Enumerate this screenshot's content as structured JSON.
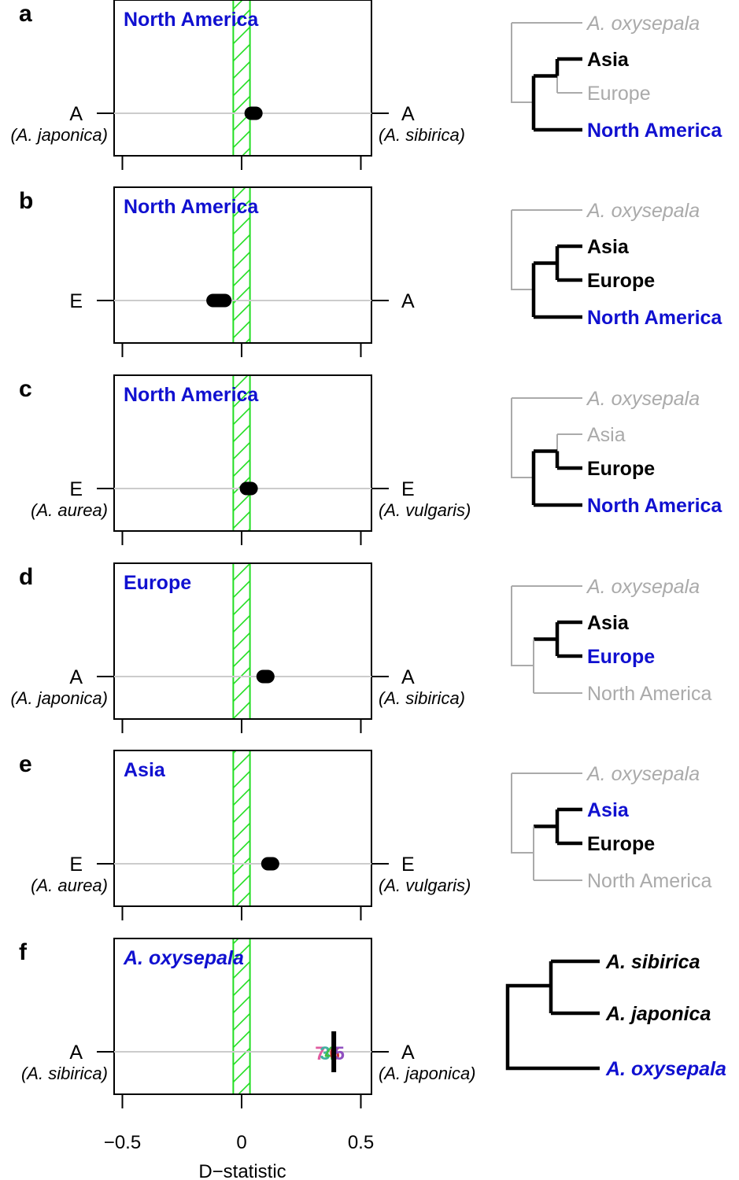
{
  "chart_data": [
    {
      "type": "scatter",
      "panel": "a",
      "focal": "North America",
      "left": {
        "code": "A",
        "taxon": "(A. japonica)"
      },
      "right": {
        "code": "A",
        "taxon": "(A. sibirica)"
      },
      "points": [
        0.05
      ],
      "point_span": [
        0.04,
        0.06
      ],
      "xlim": [
        -0.55,
        0.55
      ],
      "null_band": [
        -0.035,
        0.035
      ],
      "tree": {
        "outgroup": {
          "label": "A. oxysepala",
          "color": "#aaaaaa",
          "italic": true
        },
        "inner_pair": [
          {
            "label": "Asia",
            "color": "#000000"
          },
          {
            "label": "Europe",
            "color": "#aaaaaa"
          }
        ],
        "outer": {
          "label": "North America",
          "color": "#1010d0"
        }
      }
    },
    {
      "type": "scatter",
      "panel": "b",
      "focal": "North America",
      "left": {
        "code": "E",
        "taxon": ""
      },
      "right": {
        "code": "A",
        "taxon": ""
      },
      "points": [
        -0.09
      ],
      "point_span": [
        -0.12,
        -0.07
      ],
      "xlim": [
        -0.55,
        0.55
      ],
      "null_band": [
        -0.035,
        0.035
      ],
      "tree": {
        "outgroup": {
          "label": "A. oxysepala",
          "color": "#aaaaaa",
          "italic": true
        },
        "inner_pair": [
          {
            "label": "Asia",
            "color": "#000000"
          },
          {
            "label": "Europe",
            "color": "#000000"
          }
        ],
        "outer": {
          "label": "North America",
          "color": "#1010d0"
        }
      }
    },
    {
      "type": "scatter",
      "panel": "c",
      "focal": "North America",
      "left": {
        "code": "E",
        "taxon": "(A. aurea)"
      },
      "right": {
        "code": "E",
        "taxon": "(A. vulgaris)"
      },
      "points": [
        0.03
      ],
      "point_span": [
        0.02,
        0.04
      ],
      "xlim": [
        -0.55,
        0.55
      ],
      "null_band": [
        -0.035,
        0.035
      ],
      "tree": {
        "outgroup": {
          "label": "A. oxysepala",
          "color": "#aaaaaa",
          "italic": true
        },
        "inner_pair": [
          {
            "label": "Asia",
            "color": "#aaaaaa"
          },
          {
            "label": "Europe",
            "color": "#000000"
          }
        ],
        "outer": {
          "label": "North America",
          "color": "#1010d0"
        }
      }
    },
    {
      "type": "scatter",
      "panel": "d",
      "focal": "Europe",
      "left": {
        "code": "A",
        "taxon": "(A. japonica)"
      },
      "right": {
        "code": "A",
        "taxon": "(A. sibirica)"
      },
      "points": [
        0.1
      ],
      "point_span": [
        0.09,
        0.11
      ],
      "xlim": [
        -0.55,
        0.55
      ],
      "null_band": [
        -0.035,
        0.035
      ],
      "tree": {
        "outgroup": {
          "label": "A. oxysepala",
          "color": "#aaaaaa",
          "italic": true
        },
        "inner_pair": [
          {
            "label": "Asia",
            "color": "#000000"
          },
          {
            "label": "Europe",
            "color": "#1010d0"
          }
        ],
        "outer": {
          "label": "North America",
          "color": "#aaaaaa"
        }
      }
    },
    {
      "type": "scatter",
      "panel": "e",
      "focal": "Asia",
      "left": {
        "code": "E",
        "taxon": "(A. aurea)"
      },
      "right": {
        "code": "E",
        "taxon": "(A. vulgaris)"
      },
      "points": [
        0.12
      ],
      "point_span": [
        0.11,
        0.13
      ],
      "xlim": [
        -0.55,
        0.55
      ],
      "null_band": [
        -0.035,
        0.035
      ],
      "tree": {
        "outgroup": {
          "label": "A. oxysepala",
          "color": "#aaaaaa",
          "italic": true
        },
        "inner_pair": [
          {
            "label": "Asia",
            "color": "#1010d0"
          },
          {
            "label": "Europe",
            "color": "#000000"
          }
        ],
        "outer": {
          "label": "North America",
          "color": "#aaaaaa"
        }
      }
    },
    {
      "type": "scatter",
      "panel": "f",
      "focal": "A. oxysepala",
      "left": {
        "code": "A",
        "taxon": "(A. sibirica)"
      },
      "right": {
        "code": "A",
        "taxon": "(A. japonica)"
      },
      "points": [
        0.38
      ],
      "point_span": [
        0.38,
        0.38
      ],
      "xlim": [
        -0.55,
        0.55
      ],
      "null_band": [
        -0.035,
        0.035
      ],
      "permutation_labels": [
        {
          "text": "7",
          "x": 0.33,
          "color": "#e05ca0"
        },
        {
          "text": "3",
          "x": 0.35,
          "color": "#40b0a0"
        },
        {
          "text": "4",
          "x": 0.37,
          "color": "#40c040"
        },
        {
          "text": "6",
          "x": 0.39,
          "color": "#d03030"
        },
        {
          "text": "5",
          "x": 0.41,
          "color": "#9050c0"
        }
      ],
      "tree": {
        "pair": [
          {
            "label": "A. sibirica",
            "color": "#000000"
          },
          {
            "label": "A. japonica",
            "color": "#000000"
          }
        ],
        "outer": {
          "label": "A. oxysepala",
          "color": "#1010d0"
        }
      }
    }
  ],
  "axis": {
    "ticks": [
      -0.5,
      0,
      0.5
    ],
    "tick_labels": [
      "−0.5",
      "0",
      "0.5"
    ],
    "xlabel": "D−statistic"
  }
}
